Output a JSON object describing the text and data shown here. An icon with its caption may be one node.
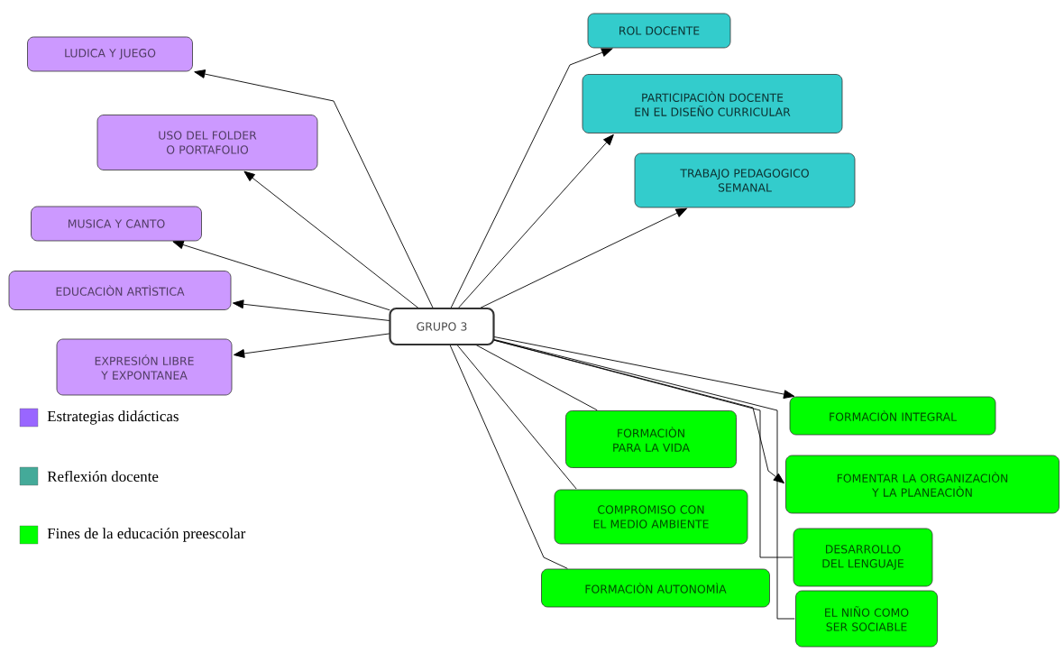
{
  "diagram": {
    "nodes": [
      {
        "text": [
          "GRUPO 3"
        ]
      },
      {
        "text": [
          "LUDICA Y JUEGO"
        ]
      },
      {
        "text": [
          "USO DEL FOLDER O PORTAFOLIO"
        ]
      },
      {
        "text": [
          "MUSICA Y CANTO"
        ]
      },
      {
        "text": [
          "EDUCACIÒN ARTÌSTICA"
        ]
      },
      {
        "text": [
          "EXPRESIÓN LIBRE Y EXPONTANEA"
        ]
      },
      {
        "text": [
          "ROL DOCENTE"
        ]
      },
      {
        "text": [
          "PARTICIPACIÒN DOCENTE EN EL DISEÑO CURRICULAR"
        ]
      },
      {
        "text": [
          "TRABAJO PEDAGOGICO SEMANAL"
        ]
      },
      {
        "text": [
          "FORMACIÒN INTEGRAL"
        ]
      },
      {
        "text": [
          "FORMACIÒN PARA LA VIDA"
        ]
      },
      {
        "text": [
          "FOMENTAR LA ORGANIZACIÒN Y LA PLANEACIÒN"
        ]
      },
      {
        "text": [
          "COMPROMISO CON EL MEDIO AMBIENTE"
        ]
      },
      {
        "text": [
          "DESARROLLO DEL LENGUAJE"
        ]
      },
      {
        "text": [
          "FORMACIÒN AUTONOMÌA"
        ]
      },
      {
        "text": [
          "EL NIÑO COMO SER SOCIABLE"
        ]
      }
    ],
    "edges": [
      {
        "from": 0,
        "to": 1,
        "arrow": "to"
      },
      {
        "from": 0,
        "to": 2,
        "arrow": "to"
      },
      {
        "from": 0,
        "to": 3,
        "arrow": "to"
      },
      {
        "from": 0,
        "to": 4,
        "arrow": "to"
      },
      {
        "from": 0,
        "to": 5,
        "arrow": "to"
      },
      {
        "from": 0,
        "to": 6,
        "arrow": "to"
      },
      {
        "from": 0,
        "to": 7,
        "arrow": "to"
      },
      {
        "from": 0,
        "to": 8,
        "arrow": "to"
      },
      {
        "from": 0,
        "to": 9,
        "arrow": "to"
      },
      {
        "from": 0,
        "to": 10,
        "arrow": "none"
      },
      {
        "from": 0,
        "to": 11,
        "arrow": "to"
      },
      {
        "from": 0,
        "to": 12,
        "arrow": "none"
      },
      {
        "from": 0,
        "to": 13,
        "arrow": "none"
      },
      {
        "from": 0,
        "to": 14,
        "arrow": "none"
      },
      {
        "from": 0,
        "to": 15,
        "arrow": "none"
      }
    ],
    "legend": [
      {
        "text": "Estrategias didácticas",
        "color": "#9966ff"
      },
      {
        "text": "Reflexión docente",
        "color": "#44aa99"
      },
      {
        "text": "Fines de la educación preescolar",
        "color": "#00ff00"
      }
    ]
  }
}
